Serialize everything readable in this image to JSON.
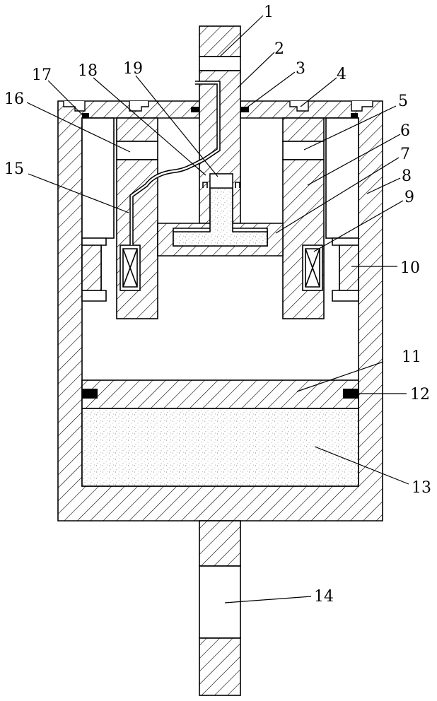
{
  "figure": {
    "part_labels": [
      "1",
      "2",
      "3",
      "4",
      "5",
      "6",
      "7",
      "8",
      "9",
      "10",
      "11",
      "12",
      "13",
      "14",
      "15",
      "16",
      "17",
      "18",
      "19"
    ]
  },
  "colors": {
    "line": "#000000",
    "background": "#ffffff",
    "fill_dots": "#9a9a9a"
  }
}
